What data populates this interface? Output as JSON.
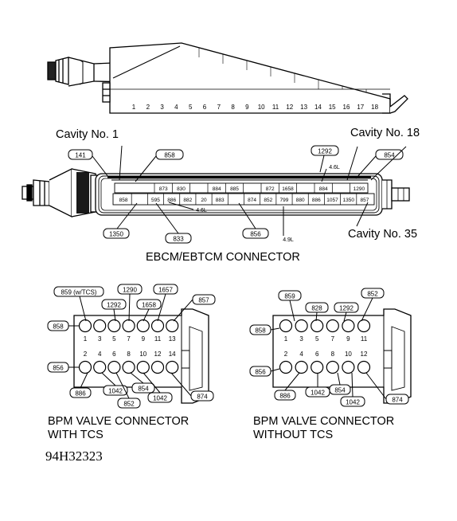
{
  "top_connector": {
    "pins": [
      "1",
      "2",
      "3",
      "4",
      "5",
      "6",
      "7",
      "8",
      "9",
      "10",
      "11",
      "12",
      "13",
      "14",
      "15",
      "16",
      "17",
      "18"
    ]
  },
  "ebcm": {
    "title": "EBCM/EBTCM CONNECTOR",
    "cavity_1": "Cavity No. 1",
    "cavity_18": "Cavity No. 18",
    "cavity_35": "Cavity No. 35",
    "upper_row": [
      "873",
      "830",
      "",
      "884",
      "885",
      "",
      "872",
      "1658",
      "",
      "884",
      "",
      "1290"
    ],
    "lower_row": [
      "858",
      "",
      "595",
      "886",
      "882",
      "20",
      "883",
      "",
      "874",
      "852",
      "799",
      "880",
      "886",
      "1057",
      "1350",
      "857"
    ],
    "callouts": {
      "c141": "141",
      "c858": "858",
      "c1292": "1292",
      "c854": "854",
      "c1350": "1350",
      "c833": "833",
      "c856": "856",
      "v46a": "4.6L",
      "v46b": "4.6L",
      "v49": "4.9L"
    }
  },
  "bpm_tcs": {
    "caption1": "BPM VALVE CONNECTOR",
    "caption2": "WITH TCS",
    "pins_top": [
      "1",
      "3",
      "5",
      "7",
      "9",
      "11",
      "13"
    ],
    "pins_bottom": [
      "2",
      "4",
      "6",
      "8",
      "10",
      "12",
      "14"
    ],
    "labels": {
      "w859": "859 (w/TCS)",
      "w1292": "1292",
      "w1290": "1290",
      "w1658": "1658",
      "w1657": "1657",
      "w857": "857",
      "w858": "858",
      "w856": "856",
      "w886": "886",
      "w1042a": "1042",
      "w852": "852",
      "w854": "854",
      "w1042b": "1042",
      "w874": "874"
    }
  },
  "bpm_notcs": {
    "caption1": "BPM VALVE CONNECTOR",
    "caption2": "WITHOUT TCS",
    "pins_top": [
      "1",
      "3",
      "5",
      "7",
      "9",
      "11"
    ],
    "pins_bottom": [
      "2",
      "4",
      "6",
      "8",
      "10",
      "12"
    ],
    "labels": {
      "n859": "859",
      "n828": "828",
      "n1292": "1292",
      "n852": "852",
      "n858": "858",
      "n856": "856",
      "n886": "886",
      "n1042a": "1042",
      "n854": "854",
      "n1042b": "1042",
      "n874": "874"
    }
  },
  "figure_id": "94H32323"
}
